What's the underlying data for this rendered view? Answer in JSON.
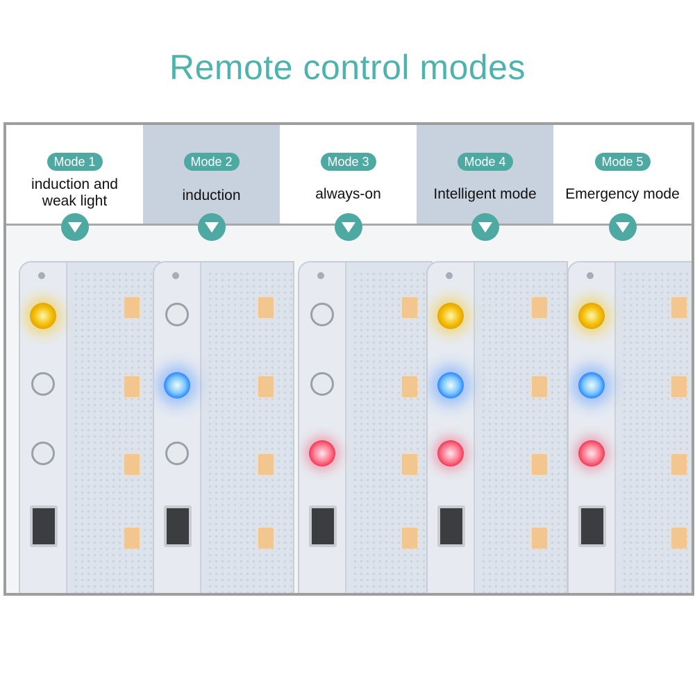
{
  "title": "Remote control modes",
  "colors": {
    "accent": "#4ea9a3",
    "title": "#4fb3ad",
    "highlight": "#c8d1de"
  },
  "modes": [
    {
      "tag": "Mode  1",
      "desc_line1": "induction and",
      "desc_line2": "weak light",
      "leds": [
        "yellow",
        "off",
        "off"
      ]
    },
    {
      "tag": "Mode  2",
      "desc_line1": "induction",
      "desc_line2": "",
      "leds": [
        "off",
        "blue",
        "off"
      ]
    },
    {
      "tag": "Mode  3",
      "desc_line1": "always-on",
      "desc_line2": "",
      "leds": [
        "off",
        "off",
        "red"
      ]
    },
    {
      "tag": "Mode  4",
      "desc_line1": "Intelligent mode",
      "desc_line2": "",
      "leds": [
        "yellow",
        "blue",
        "red"
      ]
    },
    {
      "tag": "Mode  5",
      "desc_line1": "Emergency mode",
      "desc_line2": "",
      "leds": [
        "yellow",
        "blue",
        "red"
      ]
    }
  ],
  "arrow_icon": "chevron-down-icon"
}
